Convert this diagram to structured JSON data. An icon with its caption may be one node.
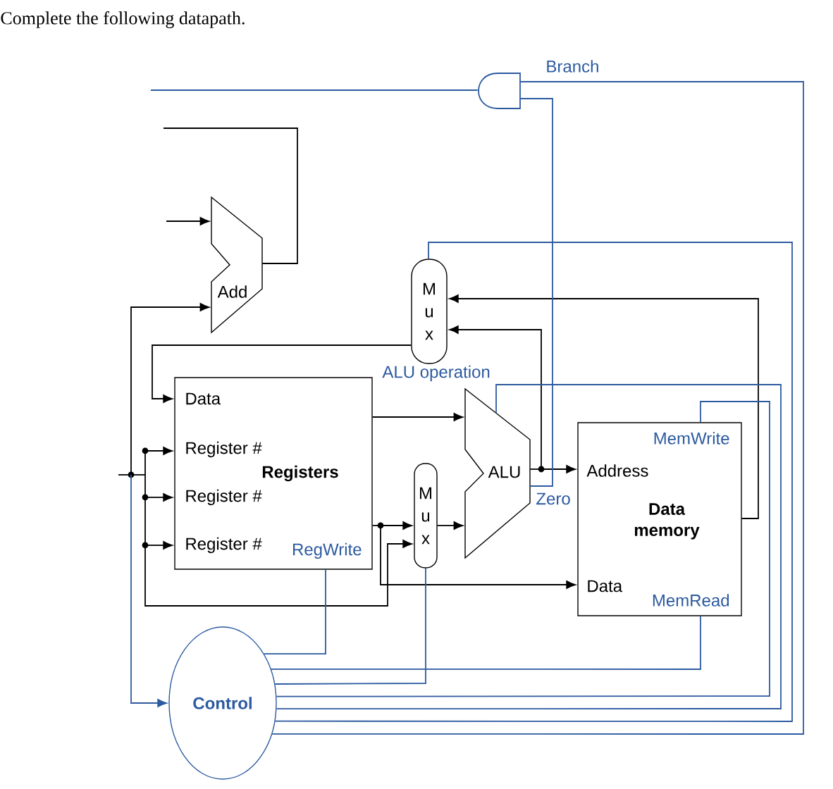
{
  "diagram": {
    "title": "Complete the following datapath.",
    "nodes": [
      {
        "text": [],
        "shape": "gate"
      },
      {
        "text": [
          "Add"
        ]
      },
      {
        "text": [
          "M u x"
        ]
      },
      {
        "text": [
          "Data",
          "Register #",
          "Registers",
          "Register #",
          "Register #",
          "RegWrite"
        ]
      },
      {
        "text": [
          "ALU"
        ]
      },
      {
        "text": [
          "M u x"
        ]
      },
      {
        "text": [
          "MemWrite",
          "Address",
          "Data memory",
          "Data",
          "MemRead"
        ]
      },
      {
        "text": [
          "Control"
        ]
      }
    ],
    "edges": [
      {
        "from": null,
        "to": 1,
        "arrow": "to"
      },
      {
        "from": 1,
        "to": null,
        "arrow": "none"
      },
      {
        "from": null,
        "to": 1,
        "arrow": "to"
      },
      {
        "from": 2,
        "to": 3,
        "arrow": "to"
      },
      {
        "from": null,
        "to": 3,
        "arrow": "to"
      },
      {
        "from": null,
        "to": 3,
        "arrow": "to"
      },
      {
        "from": null,
        "to": 3,
        "arrow": "to"
      },
      {
        "from": 3,
        "to": 4,
        "arrow": "to"
      },
      {
        "from": 3,
        "to": 5,
        "arrow": "to"
      },
      {
        "from": 3,
        "to": 6,
        "arrow": "to"
      },
      {
        "from": null,
        "to": 5,
        "arrow": "to"
      },
      {
        "from": 5,
        "to": 4,
        "arrow": "to"
      },
      {
        "from": 4,
        "to": 6,
        "arrow": "to"
      },
      {
        "from": 4,
        "to": 2,
        "arrow": "to"
      },
      {
        "from": 6,
        "to": 2,
        "arrow": "to"
      },
      {
        "from": 4,
        "to": 0,
        "arrow": "none",
        "label": "Zero",
        "color": "#2c5aa0"
      },
      {
        "from": 0,
        "to": null,
        "arrow": "none",
        "color": "#2c5aa0"
      },
      {
        "from": 7,
        "to": 0,
        "arrow": "none",
        "label": "Branch",
        "color": "#2c5aa0"
      },
      {
        "from": 7,
        "to": 2,
        "arrow": "none",
        "color": "#2c5aa0"
      },
      {
        "from": 7,
        "to": 4,
        "arrow": "none",
        "label": "ALU operation",
        "color": "#2c5aa0"
      },
      {
        "from": 7,
        "to": 6,
        "arrow": "none",
        "color": "#2c5aa0"
      },
      {
        "from": 7,
        "to": 6,
        "arrow": "none",
        "color": "#2c5aa0"
      },
      {
        "from": 7,
        "to": 5,
        "arrow": "none",
        "color": "#2c5aa0"
      },
      {
        "from": 7,
        "to": 3,
        "arrow": "none",
        "color": "#2c5aa0"
      },
      {
        "from": null,
        "to": 7,
        "arrow": "to",
        "color": "#2c5aa0"
      }
    ]
  }
}
